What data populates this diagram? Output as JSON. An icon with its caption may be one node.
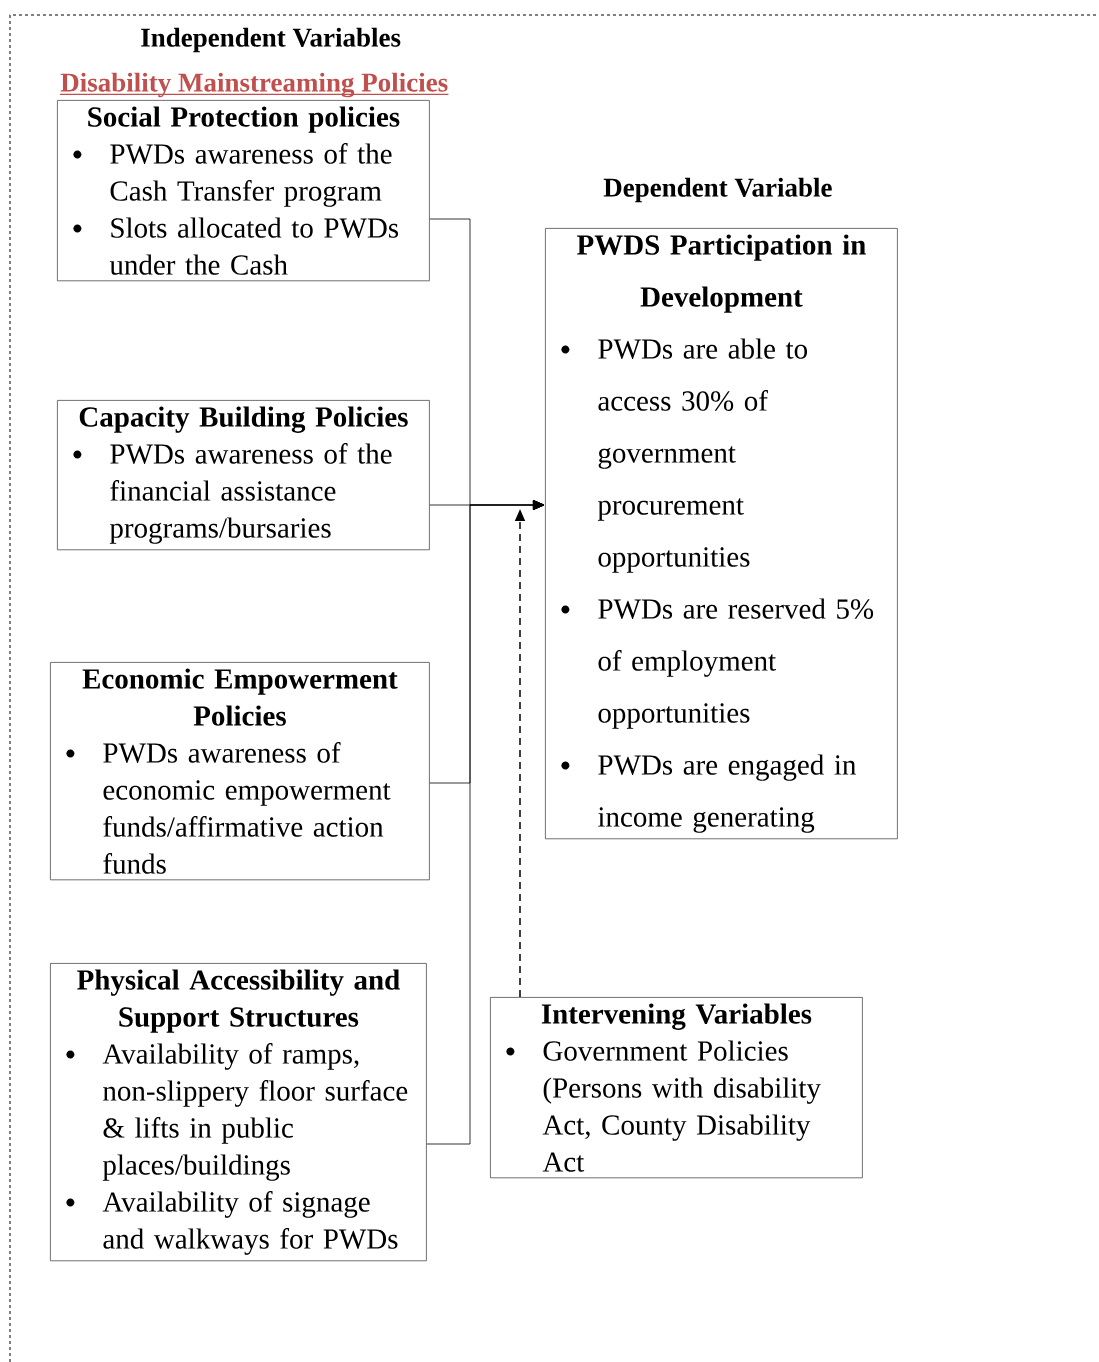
{
  "diagram": {
    "nodes": [
      {
        "text": [
          "Social Protection policies",
          "PWDs awareness of the Cash Transfer program",
          "Slots allocated to PWDs under the Cash"
        ]
      },
      {
        "text": [
          "Capacity Building Policies",
          "PWDs awareness of the financial assistance programs/bursaries"
        ]
      },
      {
        "text": [
          "Economic Empowerment Policies",
          "PWDs awareness of economic empowerment funds/affirmative action funds"
        ]
      },
      {
        "text": [
          "Physical Accessibility and Support Structures",
          "Availability of ramps, non-slippery floor surface & lifts in public places/buildings",
          "Availability of signage and walkways for PWDs"
        ]
      },
      {
        "text": [
          "PWDS Participation in Development",
          "PWDs are able to access 30% of government procurement opportunities",
          "PWDs are reserved 5% of employment opportunities",
          "PWDs are engaged in income generating"
        ]
      },
      {
        "text": [
          "Intervening Variables",
          "Government Policies (Persons with disability Act, County Disability Act"
        ]
      }
    ],
    "edges": [
      {
        "from": 0,
        "to": 4,
        "arrow": "to"
      },
      {
        "from": 1,
        "to": 4,
        "arrow": "to"
      },
      {
        "from": 2,
        "to": 4,
        "arrow": "to"
      },
      {
        "from": 3,
        "to": 4,
        "arrow": "to"
      },
      {
        "from": 5,
        "to": 4,
        "arrow": "to",
        "style": "dashed"
      }
    ],
    "labels": [
      "Independent Variables",
      "Disability Mainstreaming Policies",
      "Dependent Variable"
    ]
  }
}
